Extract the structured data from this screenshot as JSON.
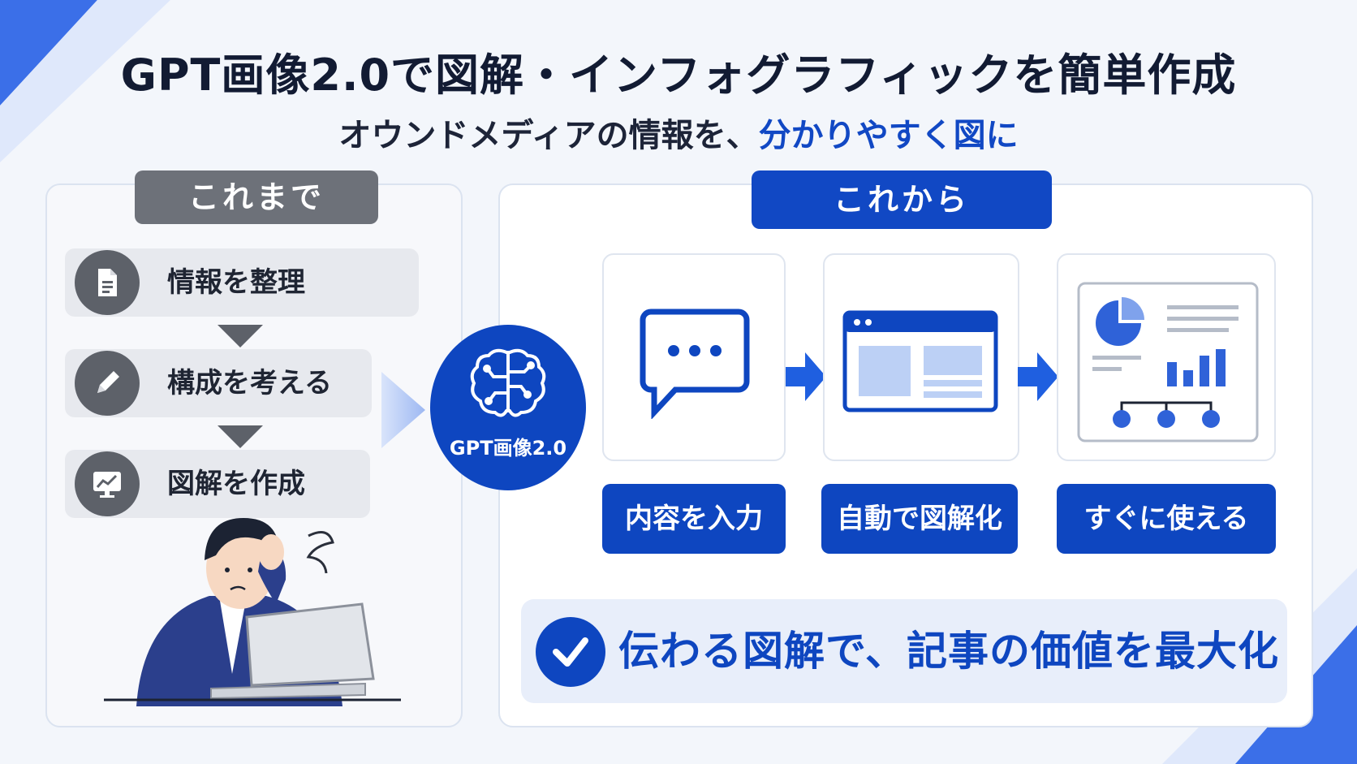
{
  "title": "GPT画像2.0で図解・インフォグラフィックを簡単作成",
  "subtitle": {
    "prefix": "オウンドメディアの情報を、",
    "highlight": "分かりやすく図に"
  },
  "before": {
    "tab_label": "これまで",
    "steps": [
      {
        "label": "情報を整理",
        "icon": "document-icon"
      },
      {
        "label": "構成を考える",
        "icon": "pencil-icon"
      },
      {
        "label": "図解を作成",
        "icon": "chart-monitor-icon"
      }
    ]
  },
  "center": {
    "label": "GPT画像2.0",
    "icon": "brain-circuit-icon"
  },
  "after": {
    "tab_label": "これから",
    "steps": [
      {
        "label": "内容を入力",
        "icon": "chat-bubble-icon"
      },
      {
        "label": "自動で図解化",
        "icon": "browser-layout-icon"
      },
      {
        "label": "すぐに使える",
        "icon": "infographic-icon"
      }
    ]
  },
  "conclusion": {
    "text": "伝わる図解で、記事の価値を最大化",
    "icon": "check-icon"
  },
  "colors": {
    "accent": "#0e46c0",
    "gray": "#6d7179",
    "light_accent": "#e8eefa"
  }
}
